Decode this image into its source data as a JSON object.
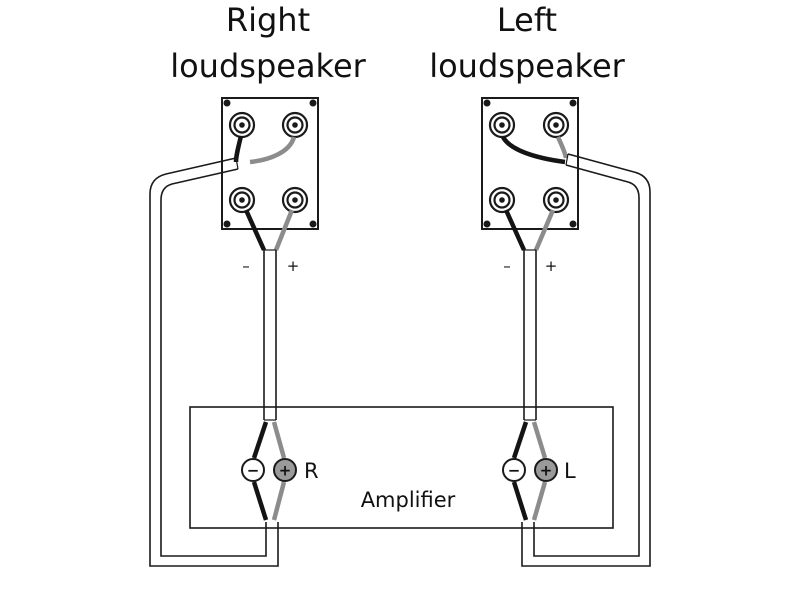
{
  "labels": {
    "right_title_line1": "Right",
    "right_title_line2": "loudspeaker",
    "left_title_line1": "Left",
    "left_title_line2": "loudspeaker",
    "minus": "–",
    "plus": "+",
    "amplifier": "Amplifier",
    "channel_right": "R",
    "channel_left": "L",
    "terminal_minus_symbol": "−",
    "terminal_plus_symbol": "+"
  },
  "colors": {
    "line": "#1a1a1a",
    "black_wire": "#141414",
    "grey_wire": "#8c8c8c",
    "plus_terminal_fill": "#9a9a9a",
    "background": "#ffffff"
  }
}
